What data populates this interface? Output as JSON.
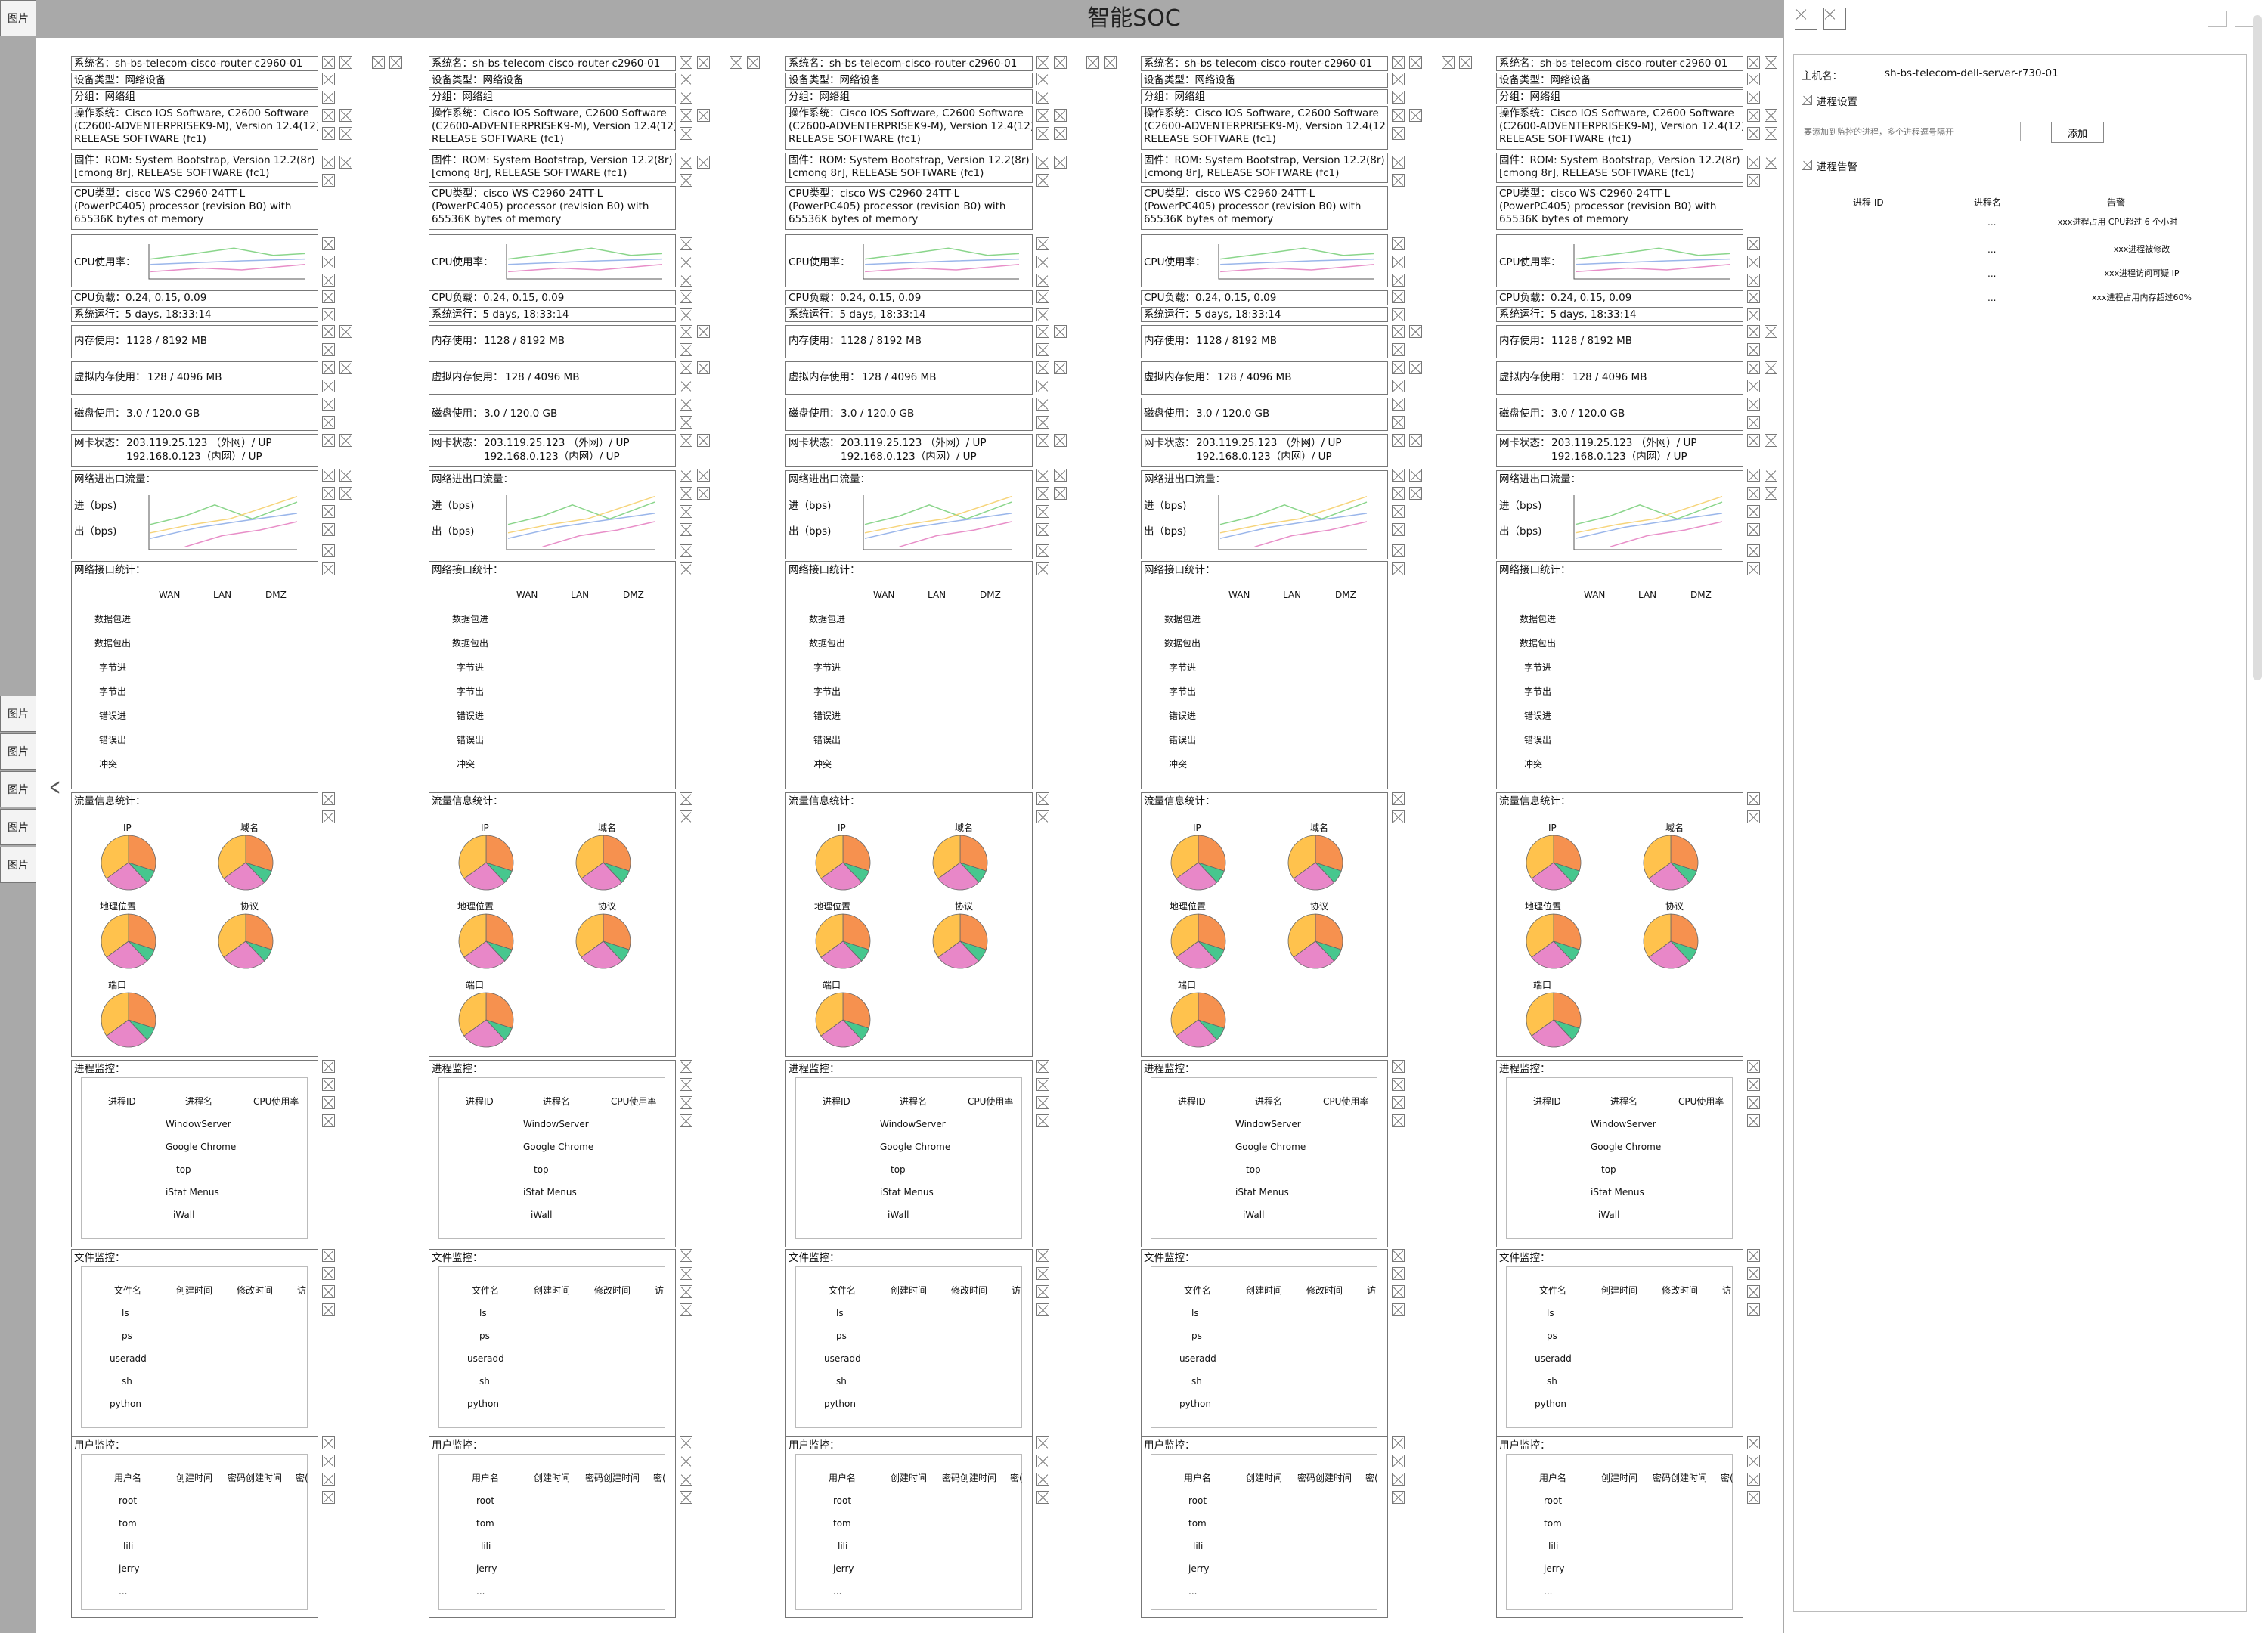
{
  "app_title": "智能SOC",
  "placeholder_label": "图片",
  "device": {
    "sysname_label": "系统名：",
    "sysname": "sh-bs-telecom-cisco-router-c2960-01",
    "devtype_label": "设备类型：",
    "devtype": "网络设备",
    "group_label": "分组：",
    "group": "网络组",
    "os_label": "操作系统：",
    "os_lines": [
      "Cisco IOS Software, C2600 Software",
      "(C2600-ADVENTERPRISEK9-M), Version 12.4(12),",
      "RELEASE SOFTWARE (fc1)"
    ],
    "fw_label": "固件：",
    "fw_lines": [
      "ROM: System Bootstrap, Version 12.2(8r)",
      "[cmong 8r], RELEASE SOFTWARE (fc1)"
    ],
    "cpu_type_label": "CPU类型：",
    "cpu_type_lines": [
      "cisco WS-C2960-24TT-L",
      "(PowerPC405) processor (revision B0) with",
      "65536K bytes of memory"
    ],
    "cpu_usage_label": "CPU使用率：",
    "cpu_load_label": "CPU负载：",
    "cpu_load": "0.24, 0.15, 0.09",
    "uptime_label": "系统运行：",
    "uptime": "5 days, 18:33:14",
    "mem_label": "内存使用：",
    "mem": "1128 / 8192 MB",
    "vmem_label": "虚拟内存使用：",
    "vmem": "128 / 4096 MB",
    "disk_label": "磁盘使用：",
    "disk": "3.0 / 120.0 GB",
    "nic_label": "网卡状态：",
    "nic_lines": [
      "203.119.25.123 （外网）/ UP",
      "192.168.0.123（内网）/ UP"
    ],
    "traffic_label": "网络进出口流量：",
    "traffic_in": "进（bps)",
    "traffic_out": "出（bps)",
    "iface_label": "网络接口统计：",
    "iface_cols": [
      "WAN",
      "LAN",
      "DMZ"
    ],
    "iface_rows": [
      "数据包进",
      "数据包出",
      "字节进",
      "字节出",
      "错误进",
      "错误出",
      "冲突"
    ],
    "flow_label": "流量信息统计：",
    "flow_pies": [
      "IP",
      "域名",
      "地理位置",
      "协议",
      "端口"
    ],
    "proc_label": "进程监控：",
    "proc_cols": [
      "进程ID",
      "进程名",
      "CPU使用率"
    ],
    "proc_rows": [
      "WindowServer",
      "Google Chrome",
      "top",
      "iStat Menus",
      "iWall"
    ],
    "file_label": "文件监控：",
    "file_cols": [
      "文件名",
      "创建时间",
      "修改时间",
      "访"
    ],
    "file_rows": [
      "ls",
      "ps",
      "useradd",
      "sh",
      "python"
    ],
    "user_label": "用户监控：",
    "user_cols": [
      "用户名",
      "创建时间",
      "密码创建时间",
      "密("
    ],
    "user_rows": [
      "root",
      "tom",
      "lili",
      "jerry",
      "..."
    ]
  },
  "panel": {
    "host_label": "主机名：",
    "host": "sh-bs-telecom-dell-server-r730-01",
    "proc_setting": "进程设置",
    "proc_input_placeholder": "要添加到监控的进程，多个进程逗号隔开",
    "add_button": "添加",
    "proc_alert": "进程告警",
    "alert_cols": [
      "进程 ID",
      "进程名",
      "告警"
    ],
    "alert_rows": [
      {
        "id": "",
        "name": "...",
        "alert": "xxx进程占用 CPU超过 6 个小时"
      },
      {
        "id": "",
        "name": "...",
        "alert": "xxx进程被修改"
      },
      {
        "id": "",
        "name": "...",
        "alert": "xxx进程访问可疑 IP"
      },
      {
        "id": "",
        "name": "...",
        "alert": "xxx进程占用内存超过60%"
      }
    ]
  },
  "colors": {
    "pie_orange": "#f6914f",
    "pie_yellow": "#ffc24d",
    "pie_pink": "#e887c8",
    "pie_green": "#47c78e",
    "line_green": "#8ad58b",
    "line_pink": "#e88ec8",
    "line_blue": "#9ab6ea",
    "line_yellow": "#f6d47a"
  }
}
